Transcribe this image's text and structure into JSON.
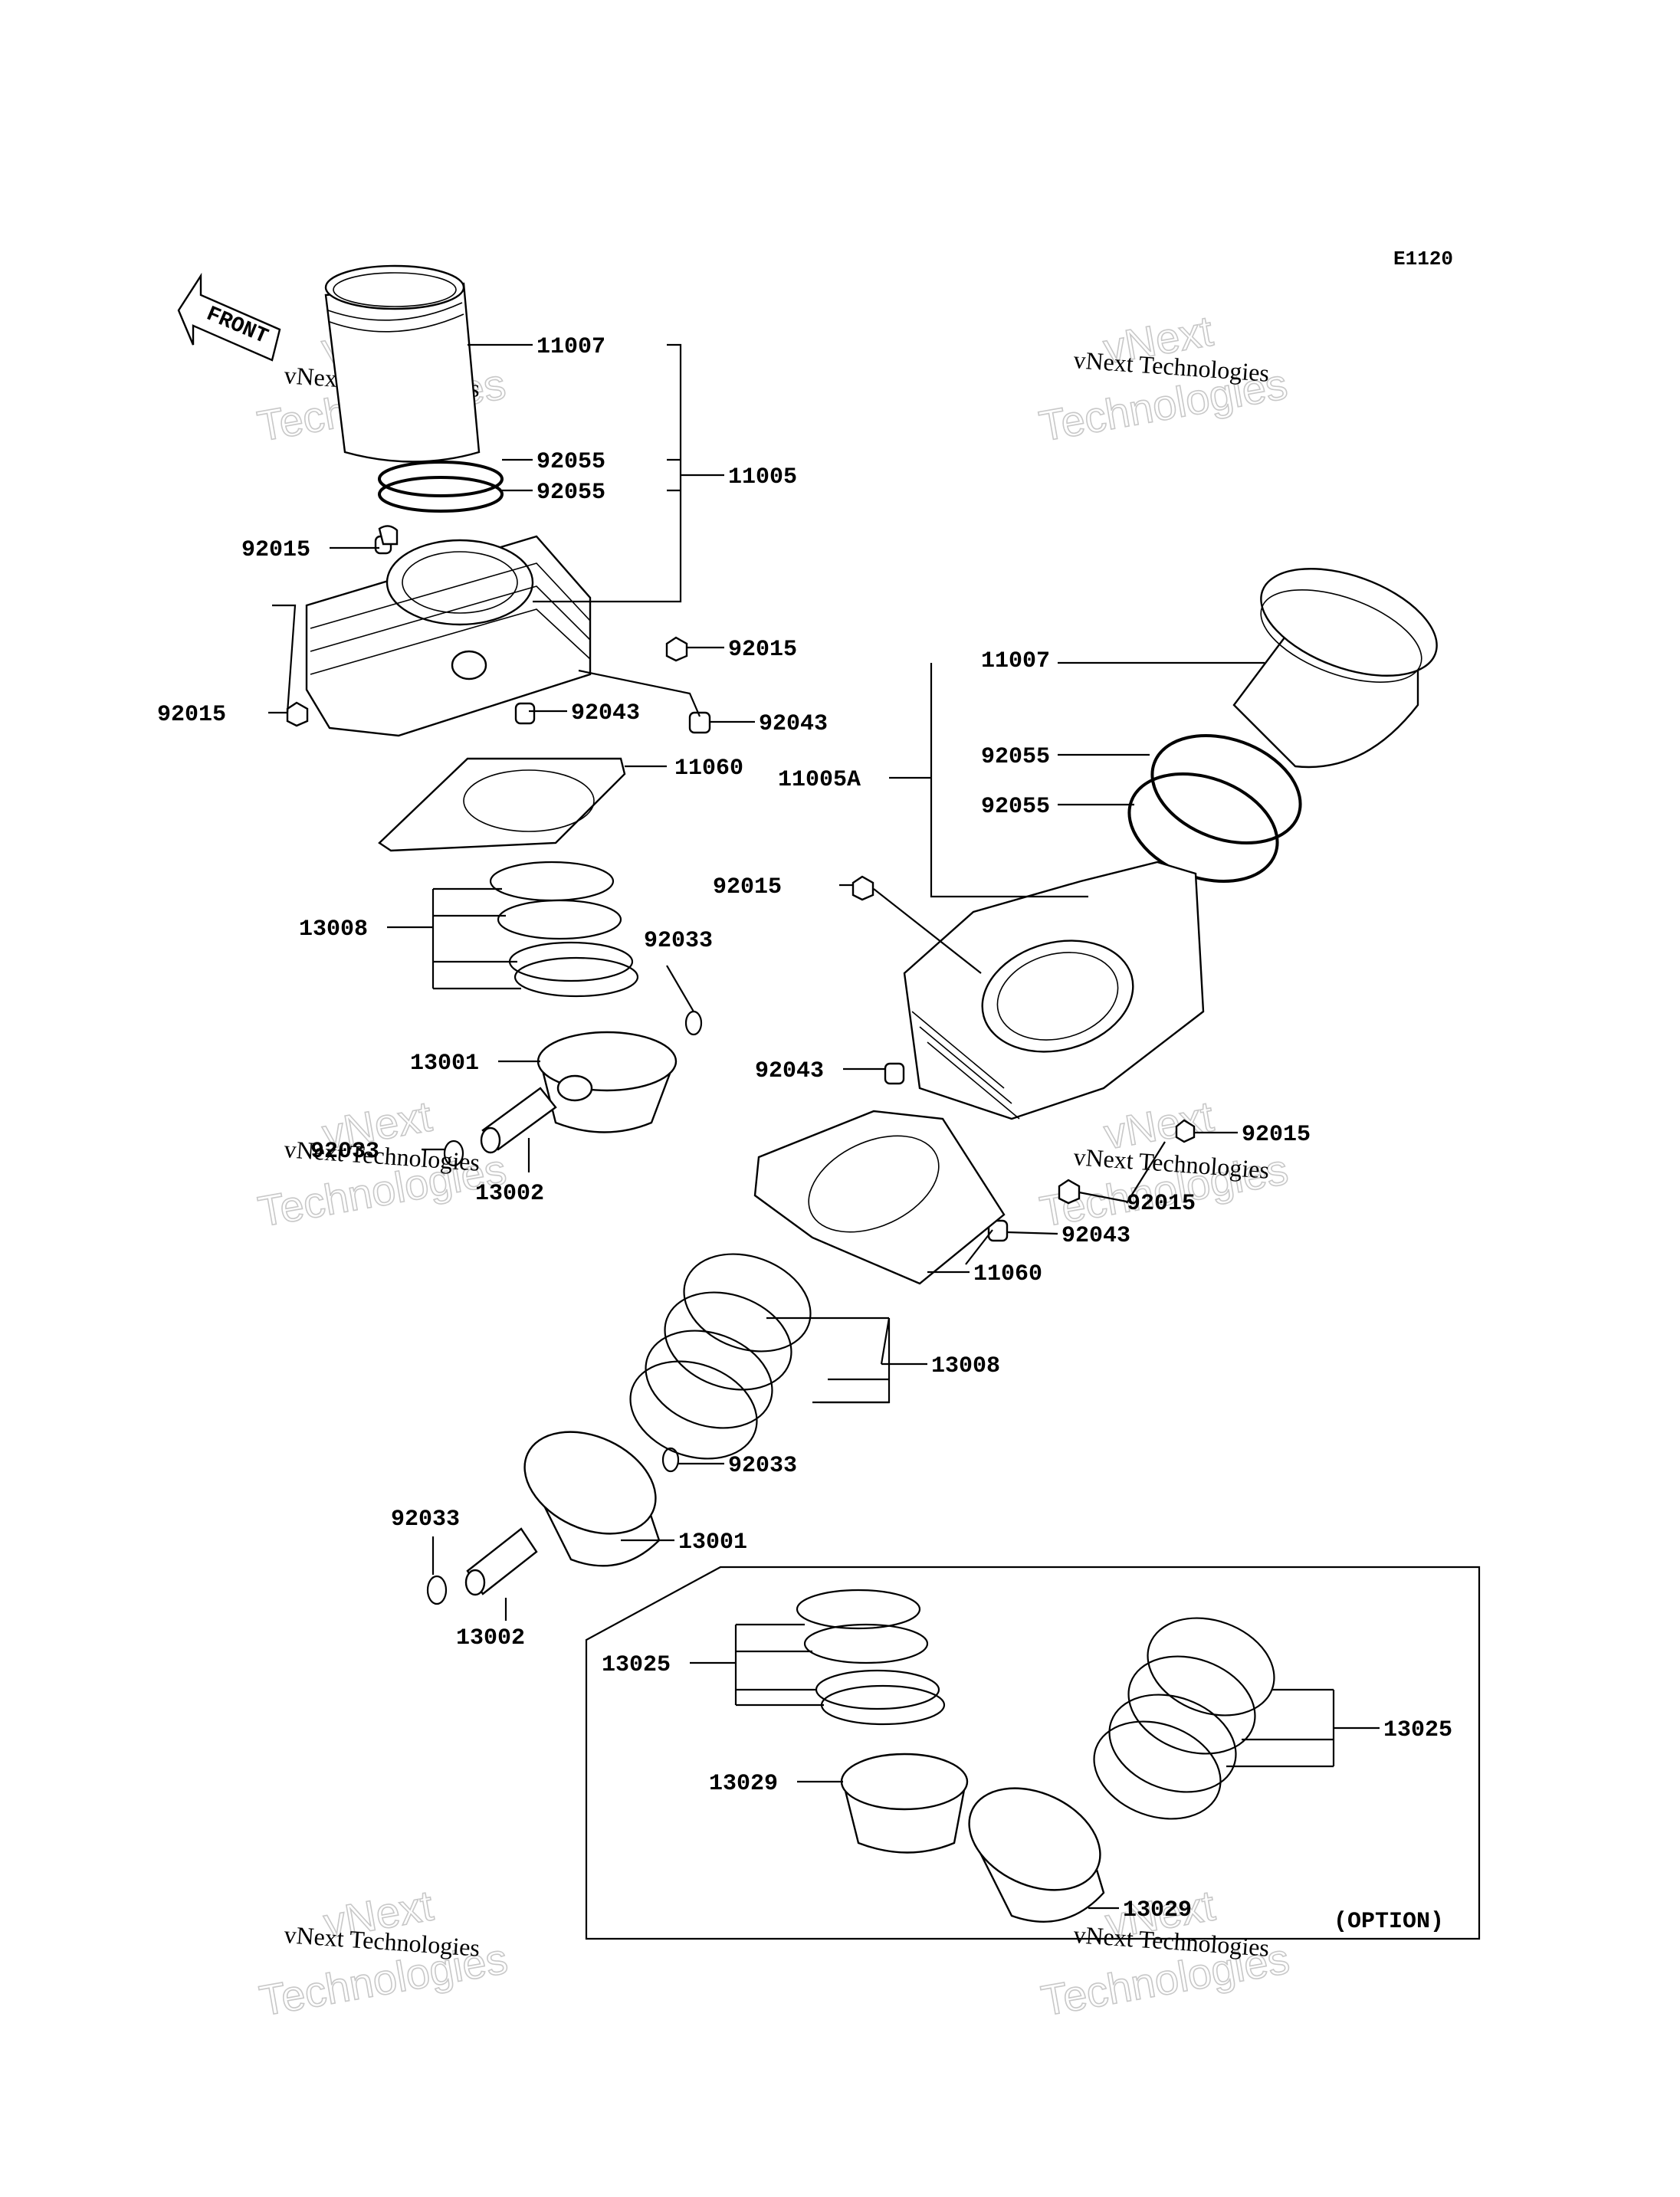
{
  "diagram_code": "E1120",
  "front_label": "FRONT",
  "option_label": "(OPTION)",
  "watermark": {
    "small": "vNext Technologies",
    "big_line1": "vNext",
    "big_line2": "Technologies"
  },
  "callouts": {
    "c11007_a": "11007",
    "c92055_a": "92055",
    "c92055_b": "92055",
    "c11005": "11005",
    "c92015_a": "92015",
    "c92015_b": "92015",
    "c92015_c": "92015",
    "c92043_a": "92043",
    "c92043_b": "92043",
    "c11060_a": "11060",
    "c13008_a": "13008",
    "c92033_a": "92033",
    "c13001_a": "13001",
    "c92033_b": "92033",
    "c13002_a": "13002",
    "c11007_b": "11007",
    "c11005a": "11005A",
    "c92055_c": "92055",
    "c92055_d": "92055",
    "c92015_d": "92015",
    "c92043_c": "92043",
    "c92015_e": "92015",
    "c92015_f": "92015",
    "c92043_d": "92043",
    "c11060_b": "11060",
    "c13008_b": "13008",
    "c92033_c": "92033",
    "c92033_d": "92033",
    "c13001_b": "13001",
    "c13002_b": "13002",
    "c13025_a": "13025",
    "c13029_a": "13029",
    "c13025_b": "13025",
    "c13029_b": "13029"
  }
}
